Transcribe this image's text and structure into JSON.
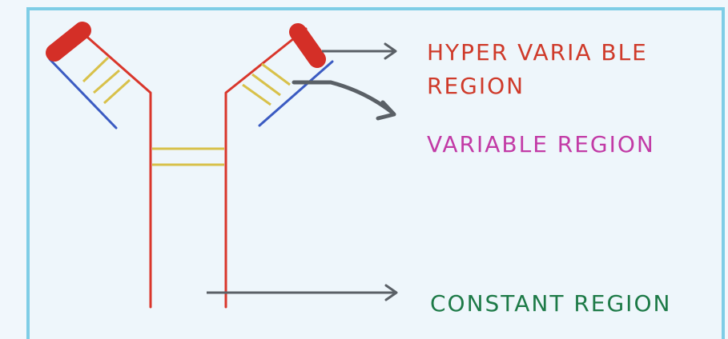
{
  "labels": {
    "hypervariable_line1": "HYPER VARIA BLE",
    "hypervariable_line2": "REGION",
    "variable": "VARIABLE REGION",
    "constant": "CONSTANT REGION"
  },
  "colors": {
    "frame_border": "#7fcde6",
    "heavy_chain": "#d9362b",
    "light_chain": "#3b5bc2",
    "disulfide_bond": "#d8c14a",
    "hypervariable_tip": "#d42f27",
    "arrow": "#5a6066",
    "hypervariable_text": "#cf3a2a",
    "variable_text": "#c23ba6",
    "constant_text": "#1d7a47"
  }
}
